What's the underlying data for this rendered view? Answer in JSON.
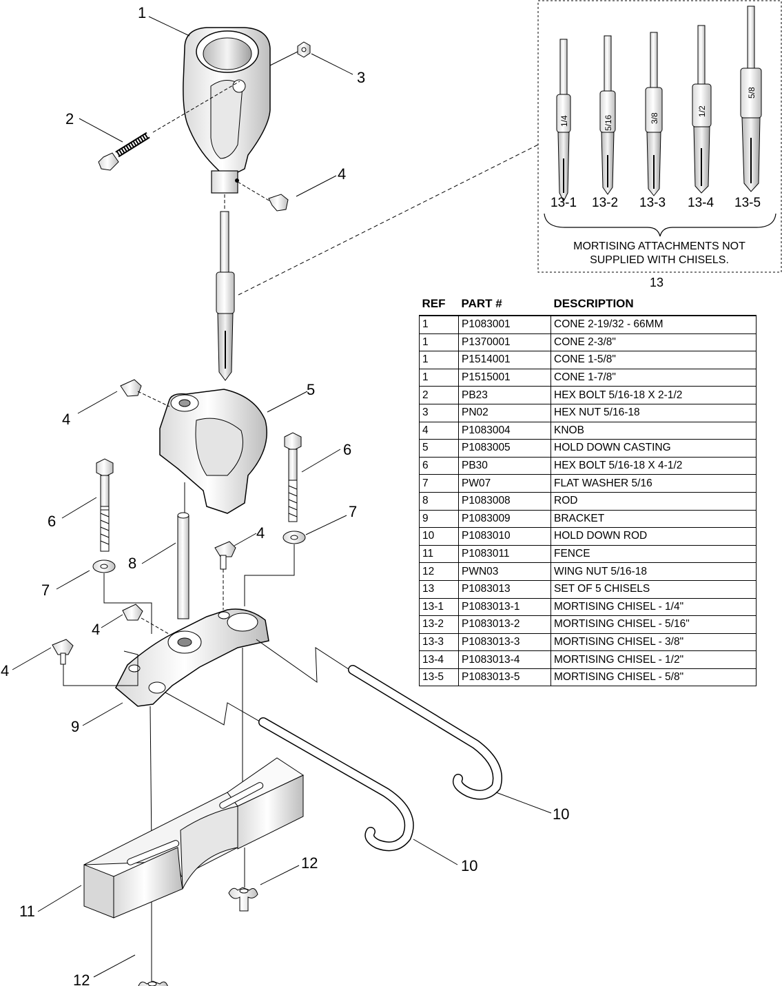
{
  "callouts": {
    "c1": "1",
    "c2": "2",
    "c3": "3",
    "c4a": "4",
    "c4b": "4",
    "c4c": "4",
    "c4d": "4",
    "c4e": "4",
    "c5": "5",
    "c6a": "6",
    "c6b": "6",
    "c7a": "7",
    "c7b": "7",
    "c8": "8",
    "c9": "9",
    "c10a": "10",
    "c10b": "10",
    "c11": "11",
    "c12a": "12",
    "c12b": "12",
    "c13": "13"
  },
  "inset": {
    "note_line1": "MORTISING ATTACHMENTS NOT",
    "note_line2": "SUPPLIED WITH CHISELS.",
    "chisels": [
      {
        "id": "13-1",
        "size": "1/4"
      },
      {
        "id": "13-2",
        "size": "5/16"
      },
      {
        "id": "13-3",
        "size": "3/8"
      },
      {
        "id": "13-4",
        "size": "1/2"
      },
      {
        "id": "13-5",
        "size": "5/8"
      }
    ]
  },
  "table": {
    "headers": {
      "ref": "REF",
      "part": "PART #",
      "desc": "DESCRIPTION"
    },
    "rows": [
      {
        "ref": "1",
        "part": "P1083001",
        "desc": "CONE 2-19/32 - 66MM"
      },
      {
        "ref": "1",
        "part": "P1370001",
        "desc": "CONE 2-3/8\""
      },
      {
        "ref": "1",
        "part": "P1514001",
        "desc": "CONE 1-5/8\""
      },
      {
        "ref": "1",
        "part": "P1515001",
        "desc": "CONE 1-7/8\""
      },
      {
        "ref": "2",
        "part": "PB23",
        "desc": "HEX BOLT 5/16-18 X 2-1/2"
      },
      {
        "ref": "3",
        "part": "PN02",
        "desc": "HEX NUT 5/16-18"
      },
      {
        "ref": "4",
        "part": "P1083004",
        "desc": "KNOB"
      },
      {
        "ref": "5",
        "part": "P1083005",
        "desc": "HOLD DOWN CASTING"
      },
      {
        "ref": "6",
        "part": "PB30",
        "desc": "HEX BOLT 5/16-18 X 4-1/2"
      },
      {
        "ref": "7",
        "part": "PW07",
        "desc": "FLAT WASHER 5/16"
      },
      {
        "ref": "8",
        "part": "P1083008",
        "desc": "ROD"
      },
      {
        "ref": "9",
        "part": "P1083009",
        "desc": "BRACKET"
      },
      {
        "ref": "10",
        "part": "P1083010",
        "desc": "HOLD DOWN ROD"
      },
      {
        "ref": "11",
        "part": "P1083011",
        "desc": "FENCE"
      },
      {
        "ref": "12",
        "part": "PWN03",
        "desc": "WING NUT 5/16-18"
      },
      {
        "ref": "13",
        "part": "P1083013",
        "desc": "SET OF 5 CHISELS"
      },
      {
        "ref": "13-1",
        "part": "P1083013-1",
        "desc": "MORTISING CHISEL - 1/4\""
      },
      {
        "ref": "13-2",
        "part": "P1083013-2",
        "desc": "MORTISING CHISEL - 5/16\""
      },
      {
        "ref": "13-3",
        "part": "P1083013-3",
        "desc": "MORTISING CHISEL - 3/8\""
      },
      {
        "ref": "13-4",
        "part": "P1083013-4",
        "desc": "MORTISING CHISEL - 1/2\""
      },
      {
        "ref": "13-5",
        "part": "P1083013-5",
        "desc": "MORTISING CHISEL - 5/8\""
      }
    ]
  }
}
